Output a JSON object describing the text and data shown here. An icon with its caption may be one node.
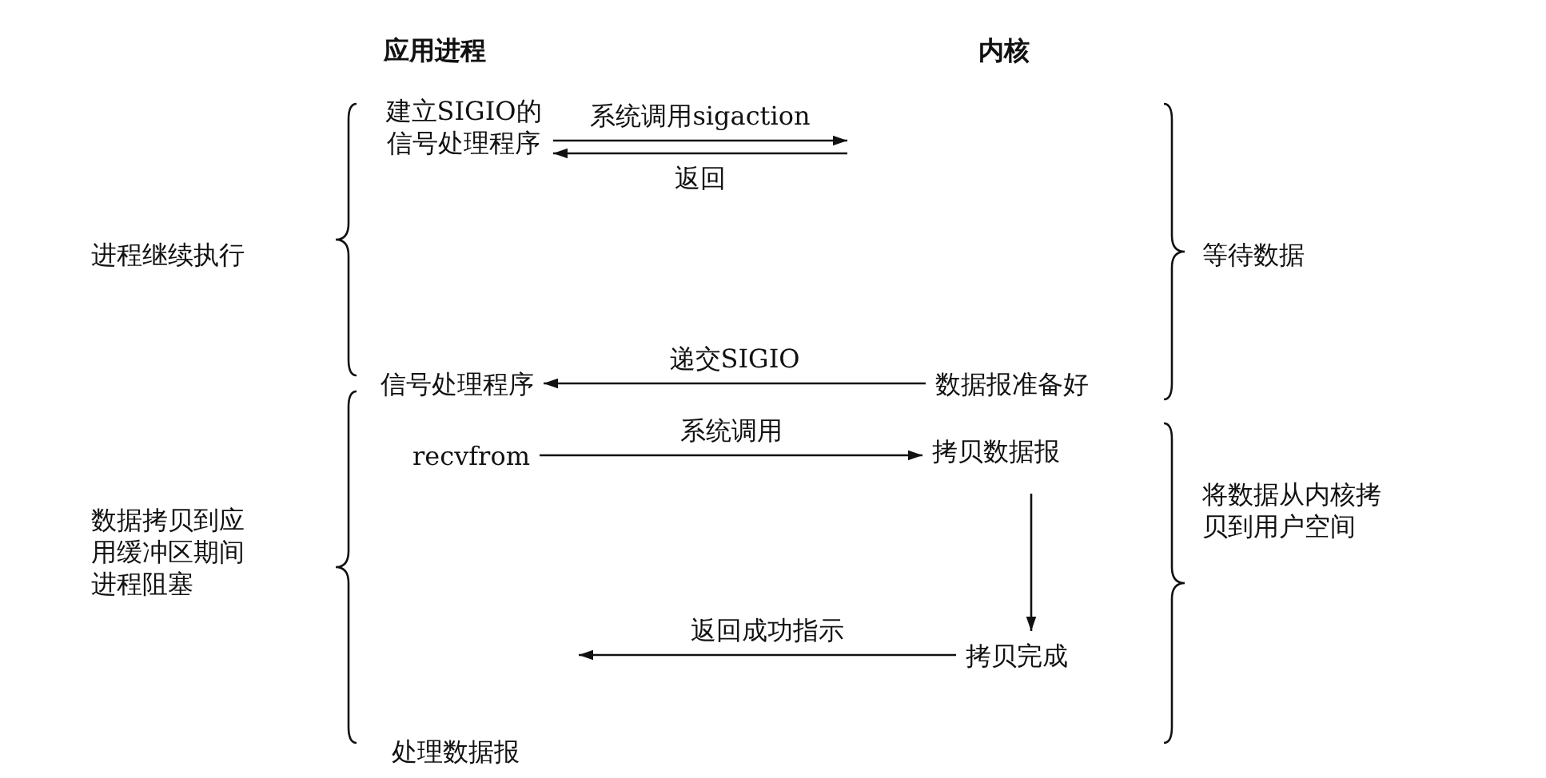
{
  "diagram": {
    "nodes": [
      {
        "text": [
          "建立SIGIO的信号处理程序"
        ]
      },
      {
        "text": [
          "信号处理程序"
        ]
      },
      {
        "text": [
          "recvfrom"
        ]
      },
      {
        "text": [
          "处理数据报"
        ]
      },
      {
        "text": [
          "数据报准备好"
        ]
      },
      {
        "text": [
          "拷贝数据报"
        ]
      },
      {
        "text": [
          "拷贝完成"
        ]
      }
    ],
    "edges": [
      {
        "from": 0,
        "to": null,
        "arrow": "to",
        "label": "系统调用sigaction"
      },
      {
        "from": null,
        "to": 0,
        "arrow": "to",
        "label": "返回"
      },
      {
        "from": 4,
        "to": 1,
        "arrow": "to",
        "label": "递交SIGIO"
      },
      {
        "from": 2,
        "to": 5,
        "arrow": "to",
        "label": "系统调用"
      },
      {
        "from": 5,
        "to": 6,
        "arrow": "to"
      },
      {
        "from": 6,
        "to": null,
        "arrow": "to",
        "label": "返回成功指示"
      }
    ],
    "labels": [
      "应用进程",
      "内核",
      "进程继续执行",
      "等待数据",
      "数据拷贝到应用缓冲区期间进程阻塞",
      "将数据从内核拷贝到用户空间"
    ]
  }
}
